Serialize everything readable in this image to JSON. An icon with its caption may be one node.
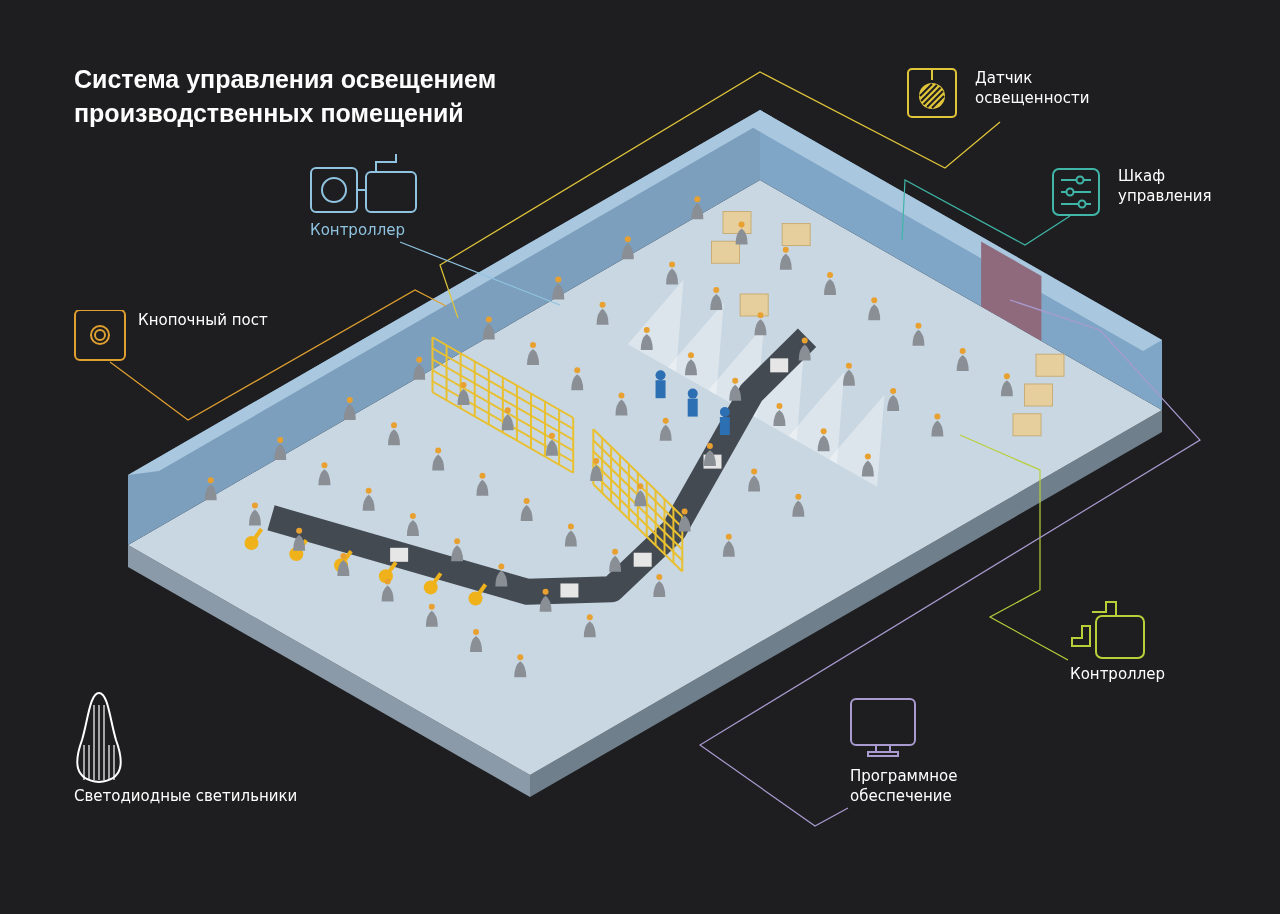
{
  "diagram": {
    "title": "Система управления освещением производственных помещений",
    "nodes": [
      {
        "text": [
          "Датчик освещенности"
        ]
      },
      {
        "text": [
          "Контроллер"
        ]
      },
      {
        "text": [
          "Шкаф управления"
        ]
      },
      {
        "text": [
          "Кнопочный пост"
        ]
      },
      {
        "text": [
          "Контроллер"
        ]
      },
      {
        "text": [
          "Программное обеспечение"
        ]
      },
      {
        "text": [
          "Светодиодные светильники"
        ]
      }
    ],
    "edges": [
      {
        "from": 0,
        "to": null,
        "arrow": "none",
        "color": "#e0c53a"
      },
      {
        "from": 1,
        "to": null,
        "arrow": "none",
        "color": "#8fc3e0"
      },
      {
        "from": 2,
        "to": null,
        "arrow": "none",
        "color": "#3fb6a8"
      },
      {
        "from": 3,
        "to": null,
        "arrow": "none",
        "color": "#e0a030"
      },
      {
        "from": 4,
        "to": null,
        "arrow": "none",
        "color": "#b8cf3a"
      },
      {
        "from": 5,
        "to": null,
        "arrow": "none",
        "color": "#a99ad0"
      }
    ]
  }
}
